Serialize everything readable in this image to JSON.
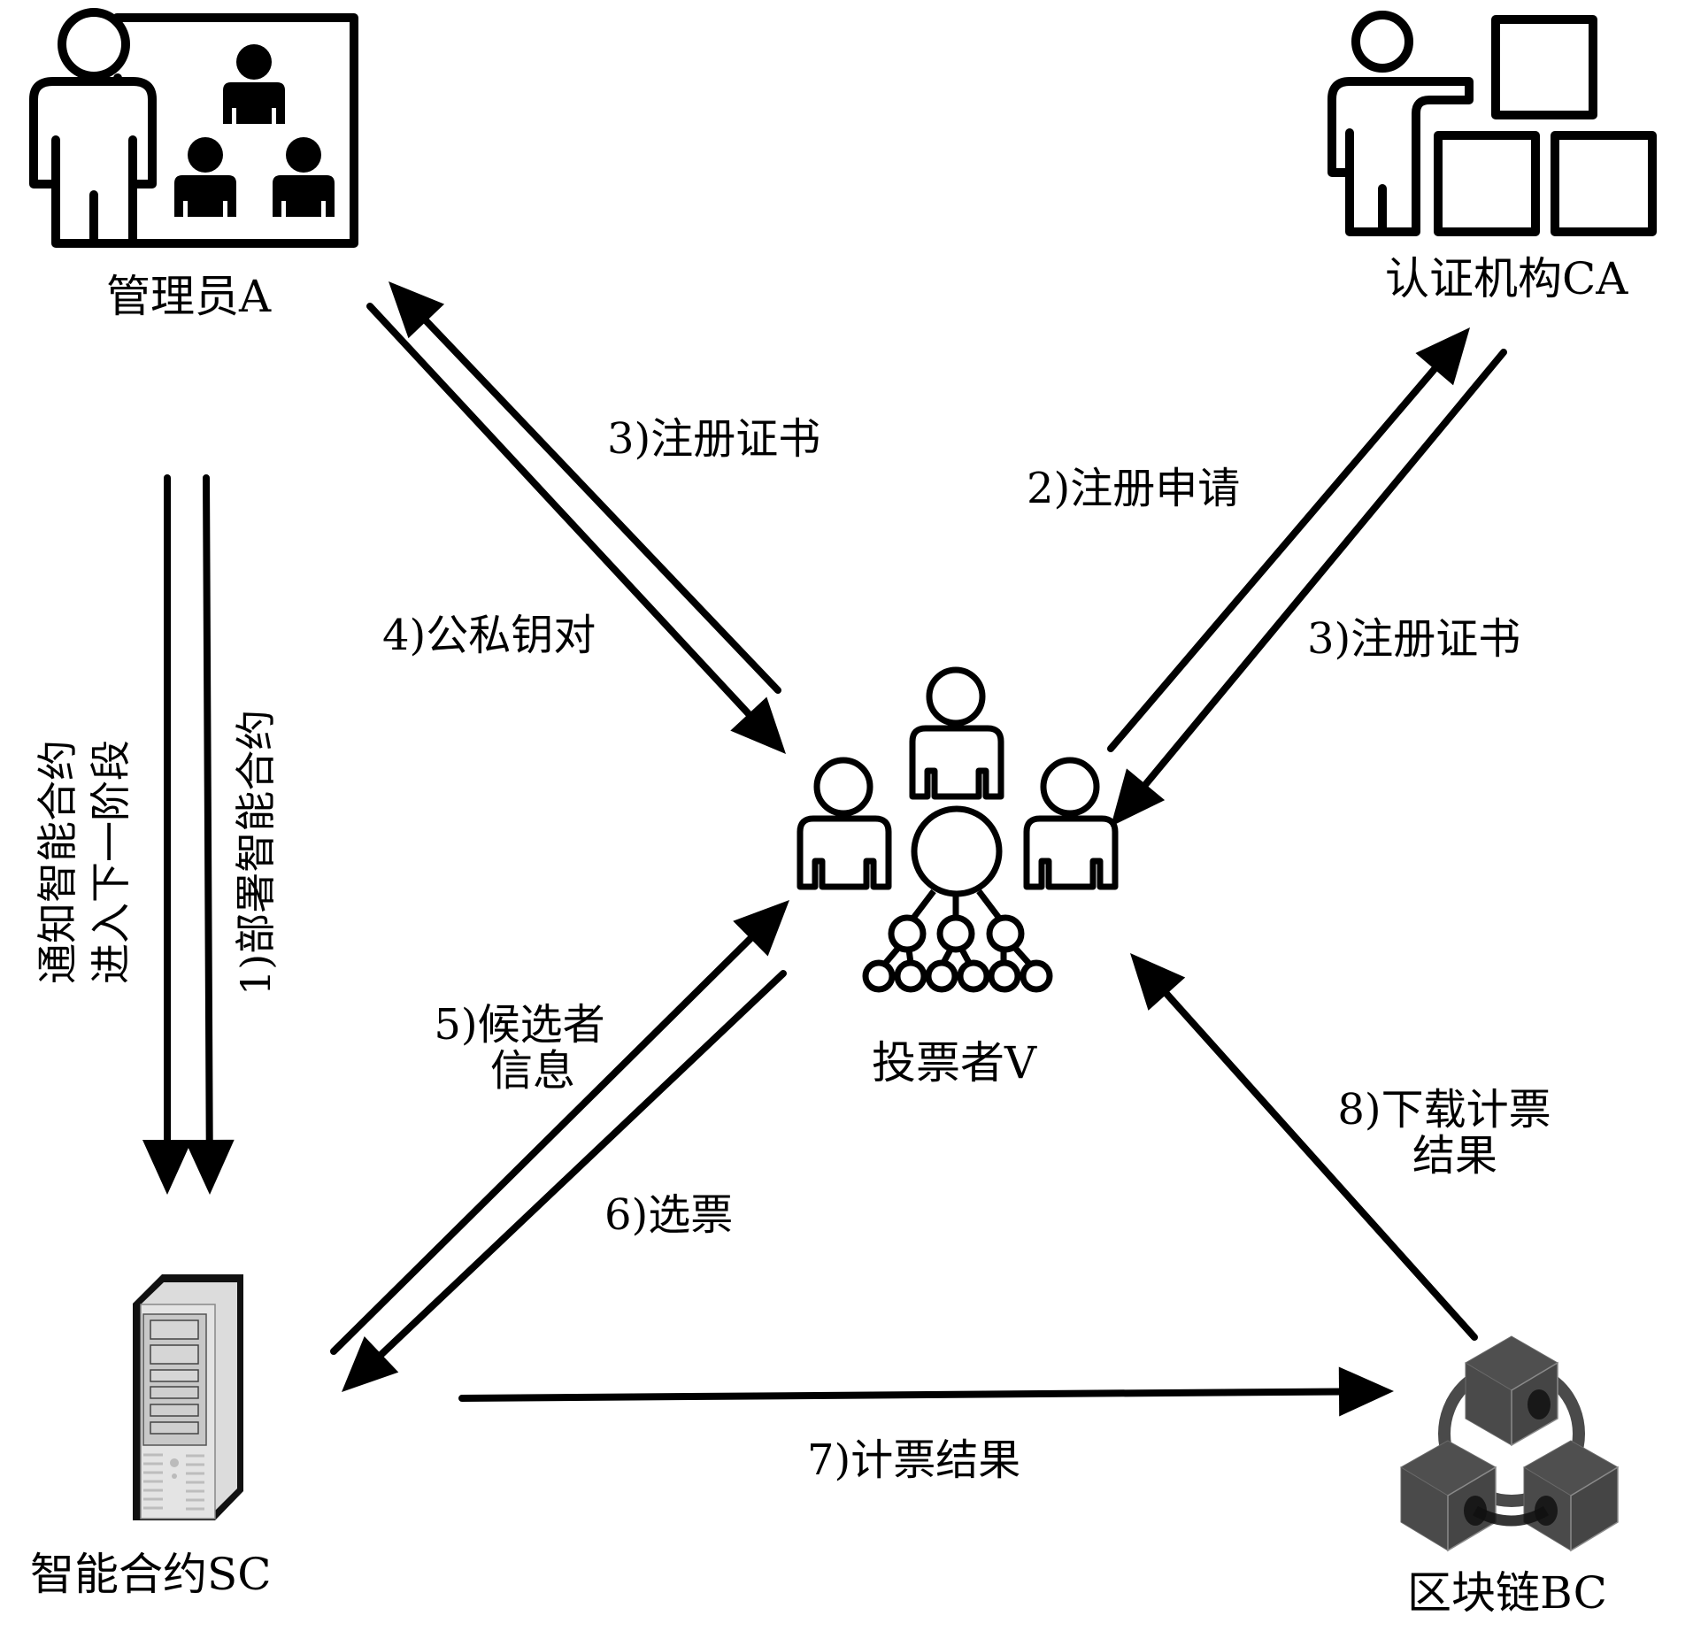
{
  "nodes": {
    "admin": {
      "label": "管理员A",
      "icon": "teacher-with-audience-icon"
    },
    "ca": {
      "label": "认证机构CA",
      "icon": "person-presenting-boxes-icon"
    },
    "voter": {
      "label": "投票者V",
      "icon": "voters-network-icon"
    },
    "contract": {
      "label": "智能合约SC",
      "icon": "server-tower-icon"
    },
    "blockchain": {
      "label": "区块链BC",
      "icon": "blockchain-cubes-icon"
    }
  },
  "edges": {
    "deploy": {
      "label": "1)部署智能合约",
      "from": "管理员A",
      "to": "智能合约SC"
    },
    "notify": {
      "label_line1": "通知智能合约",
      "label_line2": "进入下一阶段",
      "from": "管理员A",
      "to": "智能合约SC"
    },
    "reg_request": {
      "label": "2)注册申请",
      "from": "投票者V",
      "to": "认证机构CA"
    },
    "cert_from_ca": {
      "label": "3)注册证书",
      "from": "认证机构CA",
      "to": "投票者V"
    },
    "cert_to_admin": {
      "label": "3)注册证书",
      "from": "投票者V",
      "to": "管理员A"
    },
    "keypair": {
      "label": "4)公私钥对",
      "from": "管理员A",
      "to": "投票者V"
    },
    "candidates": {
      "label_line1": "5)候选者",
      "label_line2": "信息",
      "from": "智能合约SC",
      "to": "投票者V"
    },
    "ballot": {
      "label": "6)选票",
      "from": "投票者V",
      "to": "智能合约SC"
    },
    "tally": {
      "label": "7)计票结果",
      "from": "智能合约SC",
      "to": "区块链BC"
    },
    "download": {
      "label_line1": "8)下载计票",
      "label_line2": "结果",
      "from": "区块链BC",
      "to": "投票者V"
    }
  },
  "colors": {
    "stroke": "#000000",
    "cube": "#4a4a4a",
    "background": "#ffffff"
  }
}
